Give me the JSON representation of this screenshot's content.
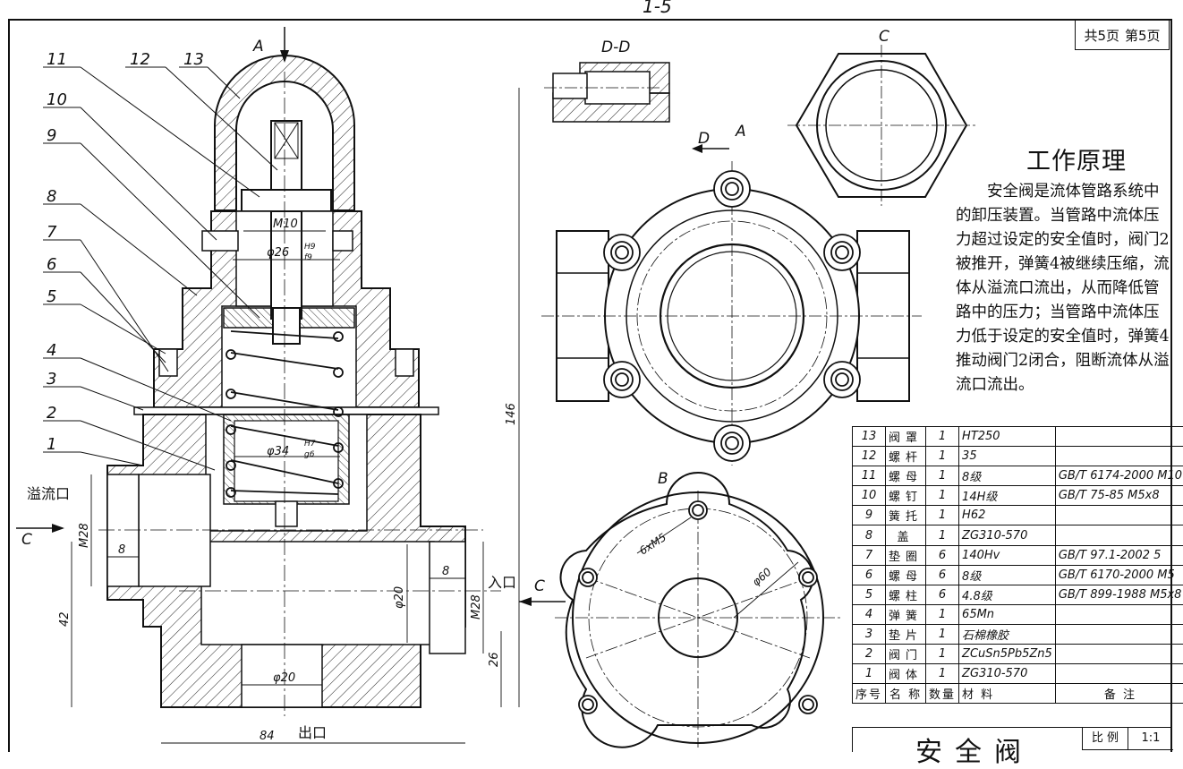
{
  "sheet": {
    "top_mark": "1-5",
    "page_count_label": "共5页",
    "page_num_label": "第5页"
  },
  "views": {
    "section_label_A": "A",
    "section_label_DD": "D-D",
    "view_label_C": "C",
    "view_label_B": "B",
    "section_label_D": "D",
    "direction_label_C": "C"
  },
  "part_callouts": [
    "1",
    "2",
    "3",
    "4",
    "5",
    "6",
    "7",
    "8",
    "9",
    "10",
    "11",
    "12",
    "13"
  ],
  "dimensions": {
    "m10": "M10",
    "phi26": "φ26",
    "fit_h9": "H9",
    "fit_f9": "f9",
    "phi34": "φ34",
    "fit_h7": "H7",
    "fit_g6": "g6",
    "m28_left": "M28",
    "m28_right": "M28",
    "d8_left": "8",
    "d8_right": "8",
    "phi20_vert": "φ20",
    "phi20_bottom": "φ20",
    "h146": "146",
    "h42": "42",
    "h26": "26",
    "w84": "84",
    "thread_6xm5": "6xM5",
    "phi60": "φ60"
  },
  "port_labels": {
    "overflow": "溢流口",
    "inlet": "入口",
    "outlet": "出口"
  },
  "principle": {
    "title": "工作原理",
    "body": "安全阀是流体管路系统中的卸压装置。当管路中流体压力超过设定的安全值时，阀门2被推开，弹簧4被继续压缩，流体从溢流口流出，从而降低管路中的压力；当管路中流体压力低于设定的安全值时，弹簧4推动阀门2闭合，阻断流体从溢流口流出。"
  },
  "bom": {
    "rows": [
      {
        "no": "13",
        "name": "阀罩",
        "qty": "1",
        "material": "HT250",
        "note": ""
      },
      {
        "no": "12",
        "name": "螺杆",
        "qty": "1",
        "material": "35",
        "note": ""
      },
      {
        "no": "11",
        "name": "螺母",
        "qty": "1",
        "material": "8级",
        "note": "GB/T 6174-2000  M10"
      },
      {
        "no": "10",
        "name": "螺钉",
        "qty": "1",
        "material": "14H级",
        "note": "GB/T 75-85 M5x8"
      },
      {
        "no": "9",
        "name": "簧托",
        "qty": "1",
        "material": "H62",
        "note": ""
      },
      {
        "no": "8",
        "name": "盖",
        "qty": "1",
        "material": "ZG310-570",
        "note": ""
      },
      {
        "no": "7",
        "name": "垫圈",
        "qty": "6",
        "material": "140Hv",
        "note": "GB/T 97.1-2002 5"
      },
      {
        "no": "6",
        "name": "螺母",
        "qty": "6",
        "material": "8级",
        "note": "GB/T 6170-2000  M5"
      },
      {
        "no": "5",
        "name": "螺柱",
        "qty": "6",
        "material": "4.8级",
        "note": "GB/T 899-1988 M5x8"
      },
      {
        "no": "4",
        "name": "弹簧",
        "qty": "1",
        "material": "65Mn",
        "note": ""
      },
      {
        "no": "3",
        "name": "垫片",
        "qty": "1",
        "material": "石棉橡胶",
        "note": ""
      },
      {
        "no": "2",
        "name": "阀门",
        "qty": "1",
        "material": "ZCuSn5Pb5Zn5",
        "note": ""
      },
      {
        "no": "1",
        "name": "阀体",
        "qty": "1",
        "material": "ZG310-570",
        "note": ""
      }
    ],
    "header": {
      "no": "序号",
      "name": "名 称",
      "qty": "数量",
      "material": "材 料",
      "note": "备 注"
    }
  },
  "title_block": {
    "name": "安全阀",
    "scale_label": "比 例",
    "scale_value": "1:1"
  }
}
